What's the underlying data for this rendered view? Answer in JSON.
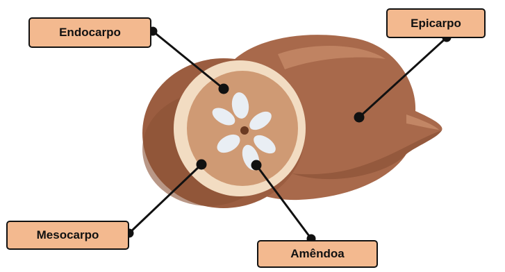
{
  "labels": {
    "endocarpo": "Endocarpo",
    "epicarpo": "Epicarpo",
    "mesocarpo": "Mesocarpo",
    "amendoa": "Amêndoa"
  },
  "colors": {
    "label_fill": "#f3b98f",
    "outline": "#111111",
    "epicarp_dark": "#8f553a",
    "epicarp_mid": "#a8694b",
    "epicarp_light": "#c28665",
    "rind": "#9b5d40",
    "mesocarp_ring": "#f2dcc2",
    "endocarp_inner": "#cf9a74",
    "seed": "#e9eef4",
    "center_dot": "#6b3a22"
  }
}
